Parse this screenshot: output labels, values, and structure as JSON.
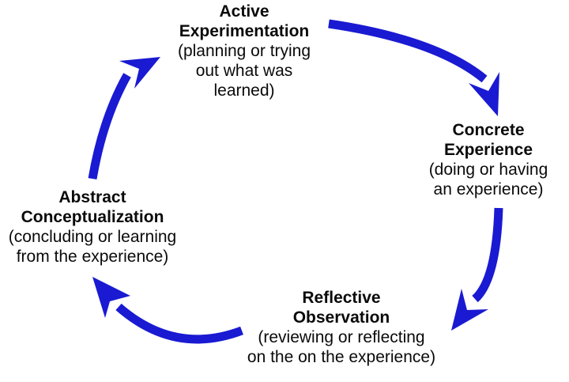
{
  "diagram": {
    "kind": "learning-cycle",
    "direction": "clockwise"
  },
  "colors": {
    "arrow": "#1a1ad2",
    "text": "#0a0a0a",
    "background": "#ffffff"
  },
  "nodes": {
    "active_experimentation": {
      "title": "Active Experimentation",
      "subtitle": "(planning or trying out what was learned)",
      "title_lines": [
        "Active",
        "Experimentation"
      ],
      "subtitle_lines": [
        "(planning or trying",
        "out what was",
        "learned)"
      ]
    },
    "concrete_experience": {
      "title": "Concrete Experience",
      "subtitle": "(doing or having an experience)",
      "title_lines": [
        "Concrete",
        "Experience"
      ],
      "subtitle_lines": [
        "(doing or having",
        "an experience)"
      ]
    },
    "reflective_observation": {
      "title": "Reflective Observation",
      "subtitle": "(reviewing or reflecting on the on the experience)",
      "title_lines": [
        "Reflective",
        "Observation"
      ],
      "subtitle_lines": [
        "(reviewing or reflecting",
        "on the on the experience)"
      ]
    },
    "abstract_conceptualization": {
      "title": "Abstract Conceptualization",
      "subtitle": "(concluding or learning from the experience)",
      "title_lines": [
        "Abstract",
        "Conceptualization"
      ],
      "subtitle_lines": [
        "(concluding or learning",
        "from the experience)"
      ]
    }
  },
  "arrows": [
    {
      "from": "active_experimentation",
      "to": "concrete_experience"
    },
    {
      "from": "concrete_experience",
      "to": "reflective_observation"
    },
    {
      "from": "reflective_observation",
      "to": "abstract_conceptualization"
    },
    {
      "from": "abstract_conceptualization",
      "to": "active_experimentation"
    }
  ]
}
